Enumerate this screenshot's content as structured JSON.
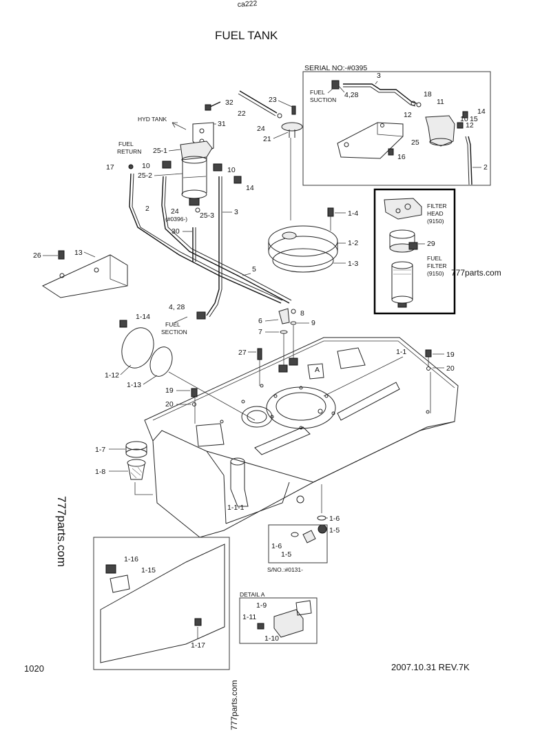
{
  "header": {
    "cut_text": "ca222",
    "title": "FUEL TANK"
  },
  "inset_serial": {
    "caption": "SERIAL NO:-#0395",
    "fuel_suction_line1": "FUEL",
    "fuel_suction_line2": "SUCTION",
    "labels": [
      "3",
      "4,28",
      "18",
      "11",
      "12",
      "14",
      "15",
      "10",
      "12",
      "25",
      "16",
      "2"
    ]
  },
  "inset_filter": {
    "filter_head": [
      "FILTER",
      "HEAD",
      "(9150)"
    ],
    "fuel_filter": [
      "FUEL",
      "FILTER",
      "(9150)"
    ],
    "part_29": "29"
  },
  "main_labels": {
    "hyd_tank": "HYD TANK",
    "fuel_return": [
      "FUEL",
      "RETURN"
    ],
    "fuel_section": [
      "FUEL",
      "SECTION"
    ],
    "serial_note": "(#0396-)",
    "p32": "32",
    "p23": "23",
    "p22": "22",
    "p31": "31",
    "p24a": "24",
    "p21": "21",
    "p25_1": "25-1",
    "p17": "17",
    "p10a": "10",
    "p10b": "10",
    "p25_2": "25-2",
    "p14": "14",
    "p2": "2",
    "p24b": "24",
    "p25_3": "25-3",
    "p3": "3",
    "p30": "30",
    "p1_4": "1-4",
    "p1_2": "1-2",
    "p1_3": "1-3",
    "p26": "26",
    "p13": "13",
    "p5": "5",
    "p4_28": "4, 28",
    "p8": "8",
    "p6": "6",
    "p9": "9",
    "p7": "7",
    "p1_14": "1-14",
    "p1_12": "1-12",
    "p1_13": "1-13",
    "p27": "27",
    "pA": "A",
    "p1_1": "1-1",
    "p19a": "19",
    "p20a": "20",
    "p19b": "19",
    "p20b": "20",
    "p1_7": "1-7",
    "p1_8": "1-8",
    "p1_1_1": "1-1-1",
    "p1_6": "1-6",
    "p1_5": "1-5"
  },
  "inset_sno": {
    "p1_6": "1-6",
    "p1_5": "1-5",
    "caption": "S/NO.:#0131-"
  },
  "inset_bottom_left": {
    "p1_16": "1-16",
    "p1_15": "1-15",
    "p1_17": "1-17"
  },
  "detail_a": {
    "caption": "DETAIL A",
    "p1_9": "1-9",
    "p1_11": "1-11",
    "p1_10": "1-10"
  },
  "watermarks": {
    "right": "777parts.com",
    "left_vertical": "777parts.com",
    "bottom_vertical": "777parts.com"
  },
  "footer": {
    "page_number": "1020",
    "revision": "2007.10.31  REV.7K"
  }
}
